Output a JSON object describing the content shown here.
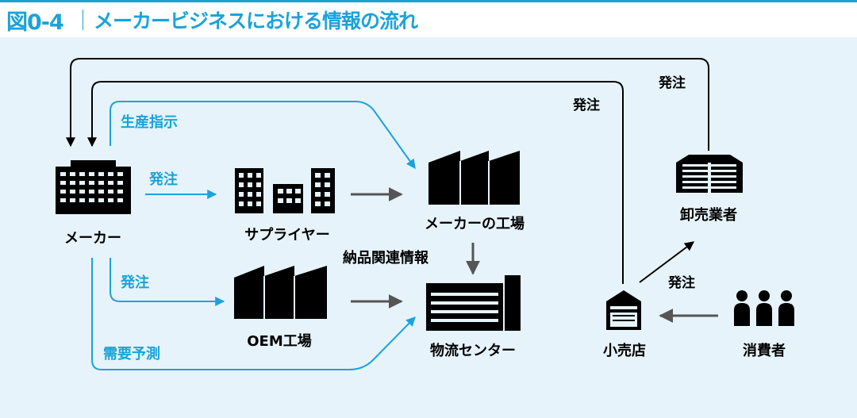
{
  "header": {
    "figure_number": "図0-4",
    "title": "メーカービジネスにおける情報の流れ"
  },
  "colors": {
    "accent": "#1aa3d9",
    "panel": "#e6f3fa",
    "gray_arrow": "#555555",
    "black": "#000000"
  },
  "nodes": {
    "maker": "メーカー",
    "supplier": "サプライヤー",
    "maker_factory": "メーカーの工場",
    "oem_factory": "OEM工場",
    "distribution_center": "物流センター",
    "wholesaler": "卸売業者",
    "retailer": "小売店",
    "consumer": "消費者"
  },
  "edge_labels": {
    "production_order": "生産指示",
    "order_to_supplier": "発注",
    "order_to_oem": "発注",
    "demand_forecast": "需要予測",
    "delivery_info": "納品関連情報",
    "retailer_order_to_maker": "発注",
    "wholesaler_order_to_maker": "発注",
    "retailer_order_to_wholesaler": "発注"
  },
  "icons": {
    "maker": "office-building-icon",
    "supplier": "buildings-icon",
    "maker_factory": "factory-icon",
    "oem_factory": "factory-icon",
    "distribution_center": "warehouse-icon",
    "wholesaler": "wholesale-warehouse-icon",
    "retailer": "store-icon",
    "consumer": "people-icon"
  }
}
